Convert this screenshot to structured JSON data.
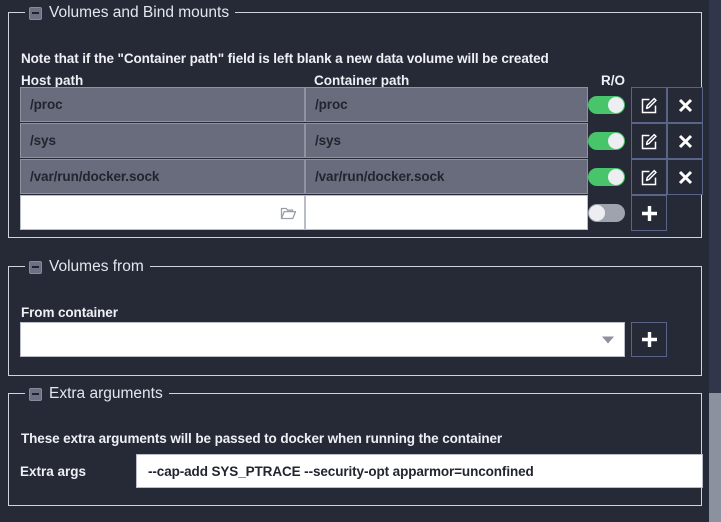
{
  "window": {
    "background": "#262a36",
    "accent": "#48c46a",
    "button_border": "#5a6388"
  },
  "sections": {
    "volumes": {
      "title": "Volumes and Bind mounts",
      "collapse_icon": "minus-box-icon",
      "note": "Note that if the \"Container path\" field is left blank a new data volume will be created",
      "columns": {
        "host": "Host path",
        "container": "Container path",
        "ro": "R/O"
      },
      "rows": [
        {
          "host_path": "/proc",
          "container_path": "/proc",
          "read_only": true,
          "editable": false,
          "edit_label": "edit-icon",
          "delete_label": "close-icon"
        },
        {
          "host_path": "/sys",
          "container_path": "/sys",
          "read_only": true,
          "editable": false,
          "edit_label": "edit-icon",
          "delete_label": "close-icon"
        },
        {
          "host_path": "/var/run/docker.sock",
          "container_path": "/var/run/docker.sock",
          "read_only": true,
          "editable": false,
          "edit_label": "edit-icon",
          "delete_label": "close-icon"
        }
      ],
      "new_row": {
        "host_path": "",
        "host_placeholder": "",
        "container_path": "",
        "container_placeholder": "",
        "read_only": false,
        "browse_icon": "folder-icon",
        "add_icon": "plus-icon"
      }
    },
    "volumes_from": {
      "title": "Volumes from",
      "collapse_icon": "minus-box-icon",
      "field_label": "From container",
      "selected_value": "",
      "placeholder": "",
      "dropdown_icon": "chevron-down-icon",
      "add_icon": "plus-icon"
    },
    "extra_arguments": {
      "title": "Extra arguments",
      "collapse_icon": "minus-box-icon",
      "note": "These extra arguments will be passed to docker when running the container",
      "field_label": "Extra args",
      "value": "--cap-add SYS_PTRACE --security-opt apparmor=unconfined",
      "placeholder": ""
    }
  },
  "scrollbar": {
    "orientation": "vertical"
  }
}
